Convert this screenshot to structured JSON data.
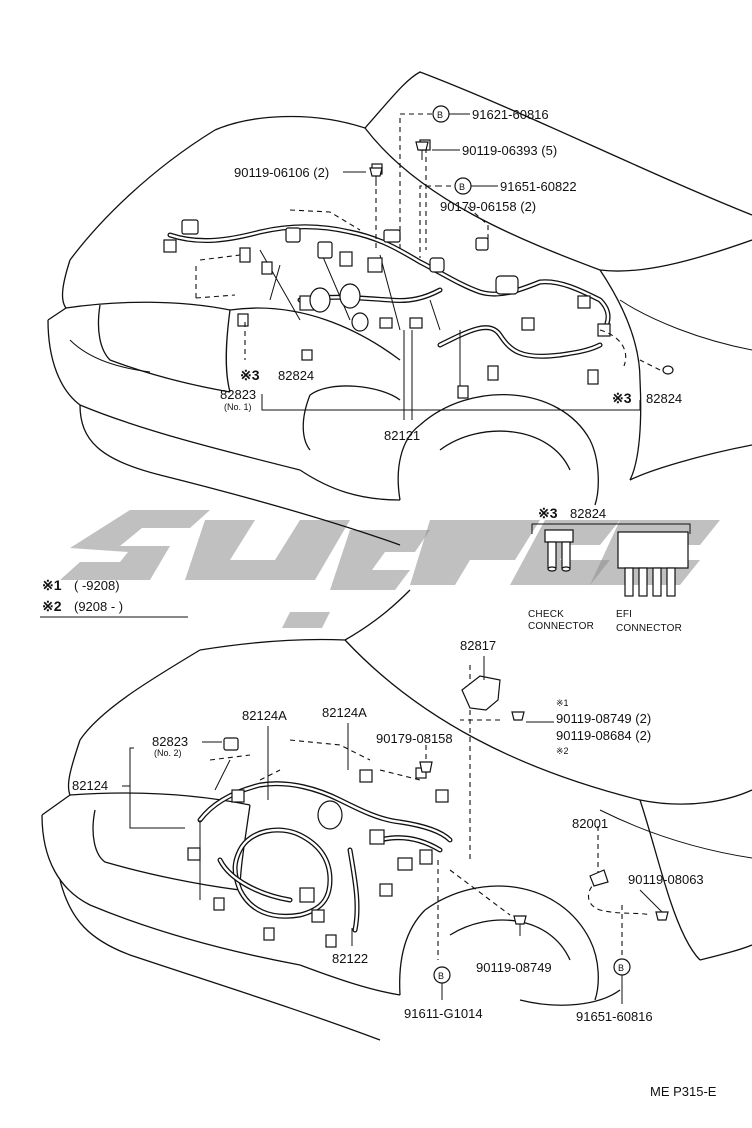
{
  "top": {
    "bolt_code_1": "91621-60816",
    "bolt_code_2": "90119-06393 (5)",
    "bolt_code_3": "90119-06106 (2)",
    "bolt_code_4": "91651-60822",
    "bolt_code_5": "90179-06158 (2)",
    "mark_b": "B",
    "label_82823": "82823",
    "label_no1": "(No. 1)",
    "label_82824_left": "82824",
    "label_82824_right": "82824",
    "label_82121": "82121",
    "mark_3": "※3"
  },
  "legend": {
    "row1_mark": "※1",
    "row1_text": "(         -9208)",
    "row2_mark": "※2",
    "row2_text": "(9208 -          )"
  },
  "connector_detail": {
    "mark": "※3",
    "part": "82824",
    "check_line1": "CHECK",
    "check_line2": "CONNECTOR",
    "efi_line1": "EFI",
    "efi_line2": "CONNECTOR"
  },
  "bottom": {
    "label_82817": "82817",
    "mark_1": "※1",
    "mark_2": "※2",
    "bolt_a": "90119-08749 (2)",
    "bolt_b": "90119-08684 (2)",
    "label_82124A_1": "82124A",
    "label_82124A_2": "82124A",
    "label_82823": "82823",
    "label_no2": "(No. 2)",
    "bolt_90179": "90179-08158",
    "label_82124": "82124",
    "label_82001": "82001",
    "bolt_08063": "90119-08063",
    "label_82122": "82122",
    "bolt_08749": "90119-08749",
    "bolt_g1014": "91611-G1014",
    "bolt_60816": "91651-60816",
    "mark_b": "B"
  },
  "footer": {
    "page_code": "ME P315-E"
  }
}
